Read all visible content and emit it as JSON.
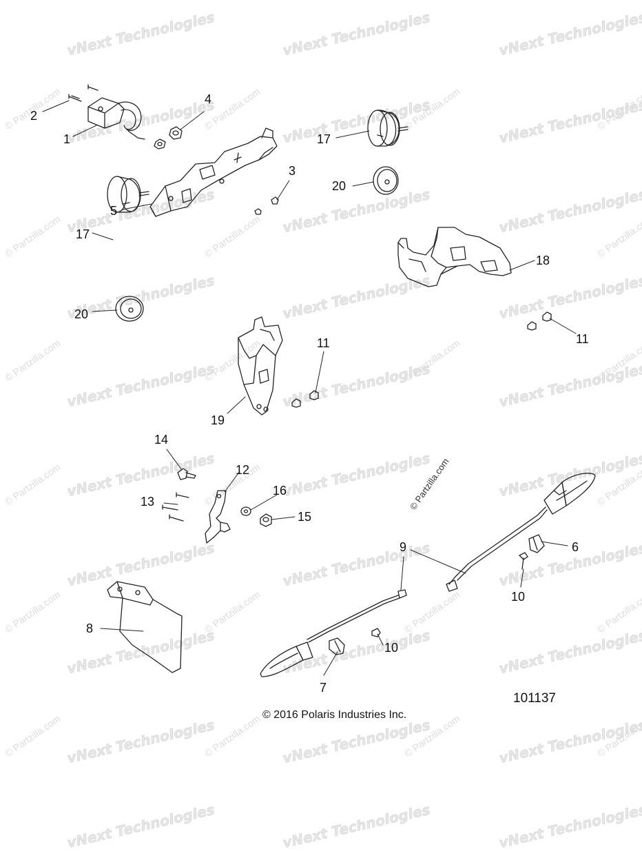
{
  "diagram": {
    "copyright": "© 2016 Polaris Industries Inc.",
    "diagram_number": "101137",
    "partzilla_note": "© Partzilla.com",
    "watermark_text": "vNext Technologies",
    "line_color": "#222222",
    "watermark_color": "#e6e6e6",
    "callouts": [
      "1",
      "2",
      "3",
      "4",
      "5",
      "6",
      "7",
      "8",
      "9",
      "10",
      "10",
      "11",
      "11",
      "12",
      "13",
      "14",
      "15",
      "16",
      "17",
      "17",
      "18",
      "19",
      "20",
      "20"
    ]
  }
}
